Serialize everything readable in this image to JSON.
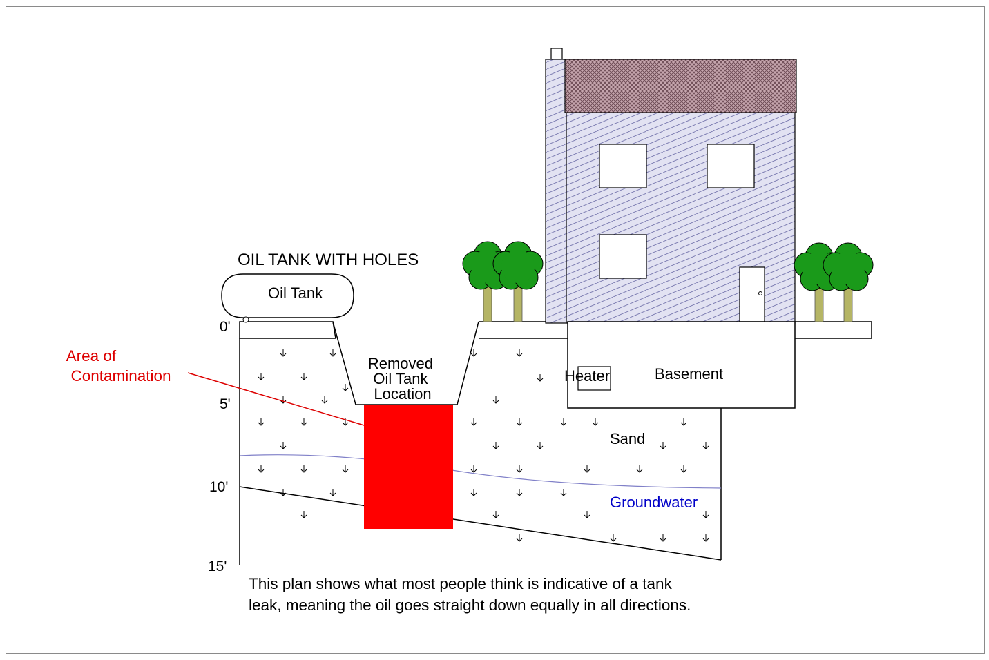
{
  "title": "OIL TANK WITH HOLES",
  "tank_label": "Oil Tank",
  "area_label": [
    "Area of",
    "Contamination"
  ],
  "removed_label": [
    "Removed",
    "Oil Tank",
    "Location"
  ],
  "heater_label": "Heater",
  "basement_label": "Basement",
  "sand_label": "Sand",
  "groundwater_label": "Groundwater",
  "depth_labels": [
    "0'",
    "5'",
    "10'",
    "15'"
  ],
  "caption": [
    "This plan shows what most people think is indicative of a tank",
    "leak, meaning the oil goes straight down equally in all directions."
  ],
  "colors": {
    "contamination": "#ff0000",
    "groundwater": "#0000c8",
    "area_label": "#dd0000",
    "roof": "#b8949c",
    "wall": "#dcdcf0",
    "tree_foliage": "#1a9a1a",
    "tree_trunk": "#b5b565"
  }
}
